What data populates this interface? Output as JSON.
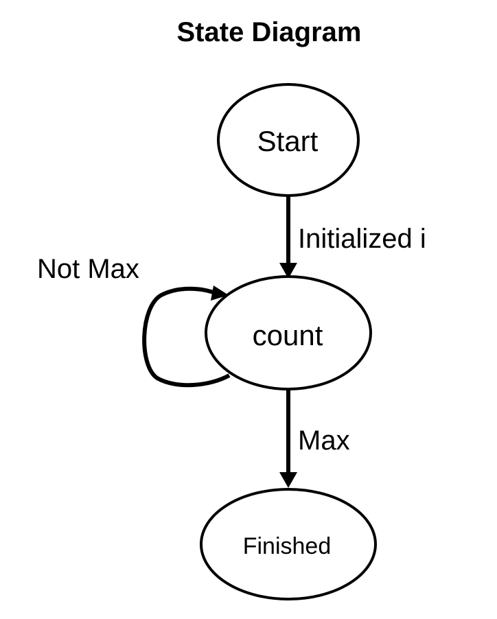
{
  "title": "State Diagram",
  "states": {
    "start": {
      "label": "Start"
    },
    "count": {
      "label": "count"
    },
    "finished": {
      "label": "Finished"
    }
  },
  "transitions": {
    "start_to_count": {
      "label": "Initialized i"
    },
    "count_self_loop": {
      "label": "Not Max"
    },
    "count_to_finished": {
      "label": "Max"
    }
  },
  "colors": {
    "stroke": "#000000",
    "fill": "#ffffff",
    "background": "#ffffff"
  }
}
